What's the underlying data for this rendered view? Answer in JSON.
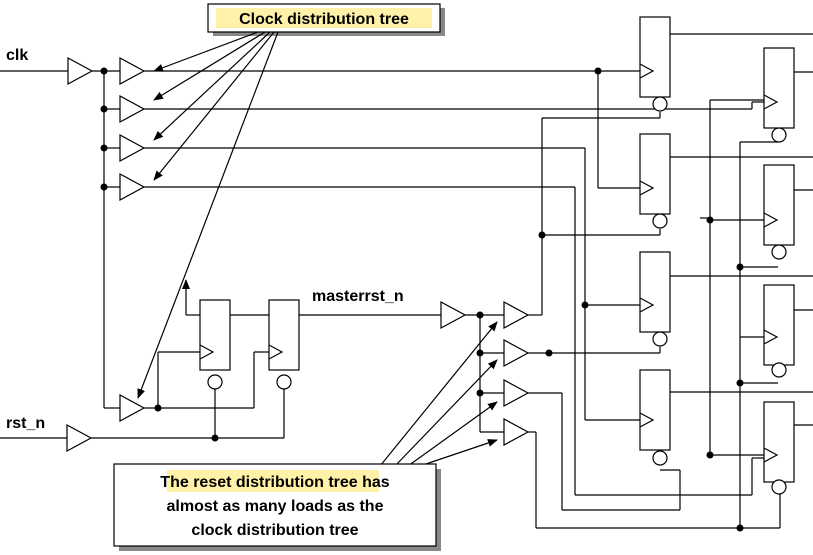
{
  "signals": {
    "clk": "clk",
    "rst_n": "rst_n",
    "masterrst_n": "masterrst_n"
  },
  "callouts": {
    "clock_tree": "Clock distribution tree",
    "reset_line1_pre": "The ",
    "reset_line1_hl": "reset distribution tree",
    "reset_line1_post": " has",
    "reset_line2": "almost as many loads as the",
    "reset_line3": "clock distribution tree"
  },
  "colors": {
    "highlight": "#fff2a8",
    "line": "#000000",
    "background": "#ffffff"
  }
}
